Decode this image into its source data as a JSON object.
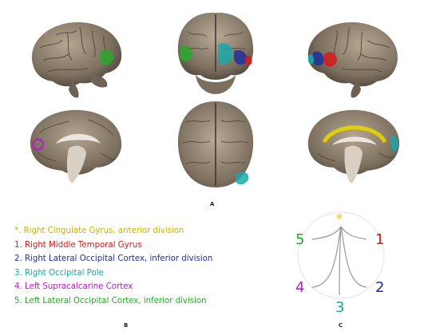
{
  "panels": {
    "a": "A",
    "b": "B",
    "c": "C"
  },
  "legend": [
    {
      "label": "*. Right Cingulate Gyrus, anterior division",
      "color": "#c8b400"
    },
    {
      "label": "1. Right Middle Temporal Gyrus",
      "color": "#d11a1a"
    },
    {
      "label": "2. Right Lateral Occipital Cortex, inferior division",
      "color": "#1f2f9e"
    },
    {
      "label": "3. Right Occipital Pole",
      "color": "#1aa8a8"
    },
    {
      "label": "4. Left Supracalcarine Cortex",
      "color": "#b31cc0"
    },
    {
      "label": "5. Left Lateral Occipital Cortex, inferior division",
      "color": "#2aa82a"
    }
  ],
  "graph": {
    "nodes": [
      {
        "id": "star",
        "label": "*",
        "color": "#e0c000"
      },
      {
        "id": "1",
        "label": "1",
        "color": "#d11a1a"
      },
      {
        "id": "2",
        "label": "2",
        "color": "#1f2f9e"
      },
      {
        "id": "3",
        "label": "3",
        "color": "#1aa8a8"
      },
      {
        "id": "4",
        "label": "4",
        "color": "#b31cc0"
      },
      {
        "id": "5",
        "label": "5",
        "color": "#2aa82a"
      }
    ],
    "edges": [
      [
        "star",
        "1"
      ],
      [
        "star",
        "2"
      ],
      [
        "star",
        "3"
      ],
      [
        "star",
        "4"
      ],
      [
        "star",
        "5"
      ]
    ]
  }
}
